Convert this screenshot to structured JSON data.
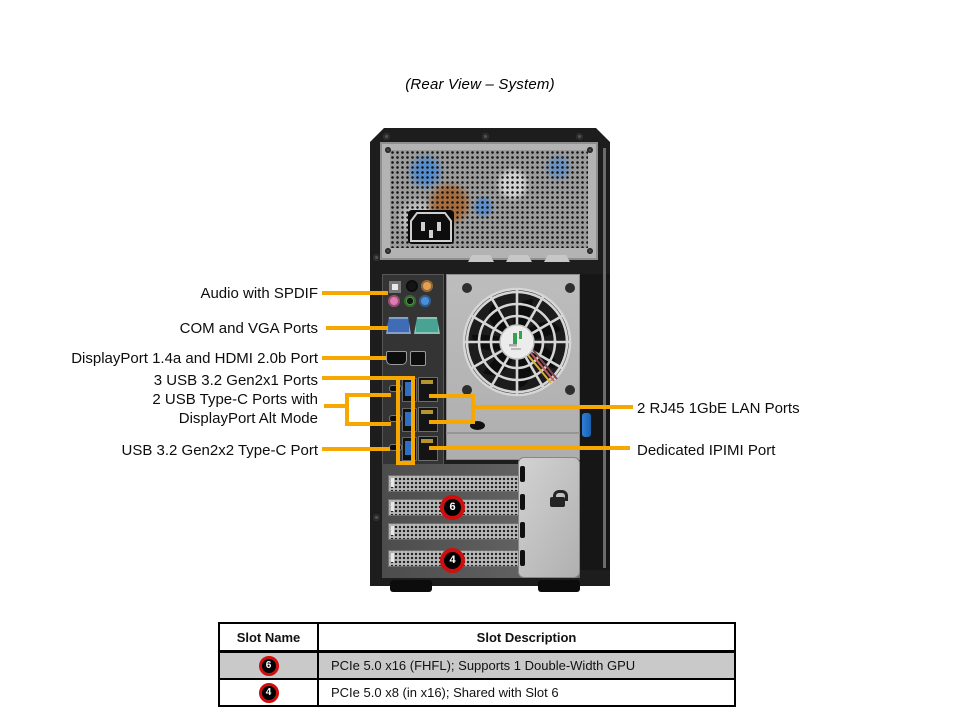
{
  "title": "(Rear View – System)",
  "colors": {
    "callout": "#F7A800",
    "badge_ring": "#CF0E0E",
    "badge_fill": "#000000"
  },
  "callouts": {
    "left": [
      {
        "text": "Audio with SPDIF"
      },
      {
        "text": "COM and VGA Ports"
      },
      {
        "text": "DisplayPort 1.4a and HDMI 2.0b Port"
      },
      {
        "text": "3 USB 3.2 Gen2x1 Ports"
      },
      {
        "line1": "2 USB Type-C Ports with",
        "line2": "DisplayPort Alt Mode"
      },
      {
        "text": "USB 3.2 Gen2x2 Type-C Port"
      }
    ],
    "right": [
      {
        "text": "2 RJ45 1GbE LAN Ports"
      },
      {
        "text": "Dedicated IPIMI Port"
      }
    ]
  },
  "figure": {
    "slot_badges": [
      "6",
      "4"
    ],
    "ports": [
      "spdif-optical-port",
      "audio-jacks",
      "vga-port",
      "com-port",
      "hdmi-port",
      "displayport",
      "usb-type-c-ports",
      "usb-a-ports",
      "rj45-lan-ports",
      "ipmi-lan-port",
      "ac-power-inlet",
      "system-fan",
      "pcie-slot-covers",
      "chassis-lock-latch"
    ]
  },
  "table": {
    "headers": [
      "Slot Name",
      "Slot Description"
    ],
    "rows": [
      {
        "slot": "6",
        "description": "PCIe 5.0 x16 (FHFL); Supports 1 Double-Width GPU"
      },
      {
        "slot": "4",
        "description": "PCIe 5.0 x8 (in x16); Shared with Slot 6"
      }
    ]
  }
}
